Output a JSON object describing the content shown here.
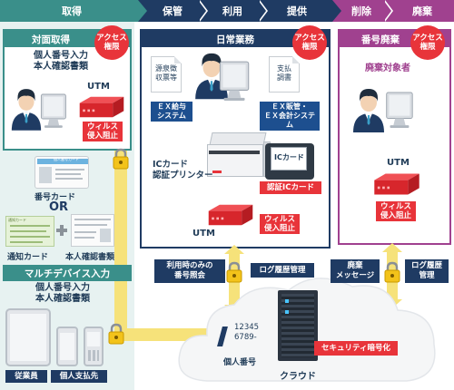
{
  "colors": {
    "teal": "#3a8f8a",
    "navy": "#1f3b63",
    "purple": "#a0418f",
    "red": "#e8343a",
    "yellow": "#f6e27a",
    "gold": "#f3c31a"
  },
  "phases": {
    "acquire": "取得",
    "store": "保管",
    "use": "利用",
    "provide": "提供",
    "delete": "削除",
    "dispose": "廃棄"
  },
  "left_panel": {
    "title": "対面取得",
    "badge": [
      "アクセス",
      "権限"
    ],
    "task": [
      "個人番号入力",
      "本人確認書類"
    ],
    "utm": "UTM",
    "virus_block": [
      "ウィルス",
      "侵入阻止"
    ],
    "card_header": "個人番号カード",
    "mynumber_card": "番号カード",
    "or": "OR",
    "notification_header": "通知カード",
    "notification_card": "通知カード",
    "id_docs": "本人確認書類"
  },
  "multi_device": {
    "title": "マルチデバイス入力",
    "task": [
      "個人番号入力",
      "本人確認書類"
    ],
    "employees": "従業員",
    "payees": "個人支払先"
  },
  "center_panel": {
    "title": "日常業務",
    "badge": [
      "アクセス",
      "権限"
    ],
    "doc1": [
      "源泉徴",
      "収票等"
    ],
    "doc2": [
      "支払",
      "調書"
    ],
    "system1": [
      "ＥＸ給与",
      "システム"
    ],
    "system2": [
      "ＥＸ販管・",
      "ＥＸ会計システム"
    ],
    "ic_card": "ICカード",
    "printer": [
      "ICカード",
      "認証プリンター"
    ],
    "auth_ic": "認証ICカード",
    "utm": "UTM",
    "virus_block": [
      "ウィルス",
      "侵入阻止"
    ]
  },
  "right_panel": {
    "title": "番号廃棄",
    "badge": [
      "アクセス",
      "権限"
    ],
    "target": "廃棄対象者",
    "utm": "UTM",
    "virus_block": [
      "ウィルス",
      "侵入阻止"
    ]
  },
  "cloud": {
    "inquiry": [
      "利用時のみの",
      "番号照会"
    ],
    "log_mgmt": "ログ履歴管理",
    "disposal_msg": [
      "廃棄",
      "メッセージ"
    ],
    "log_mgmt2": [
      "ログ履歴",
      "管理"
    ],
    "numbers": [
      "12345",
      "6789-"
    ],
    "personal_number": "個人番号",
    "encryption": "セキュリティ暗号化",
    "label": "クラウド"
  }
}
